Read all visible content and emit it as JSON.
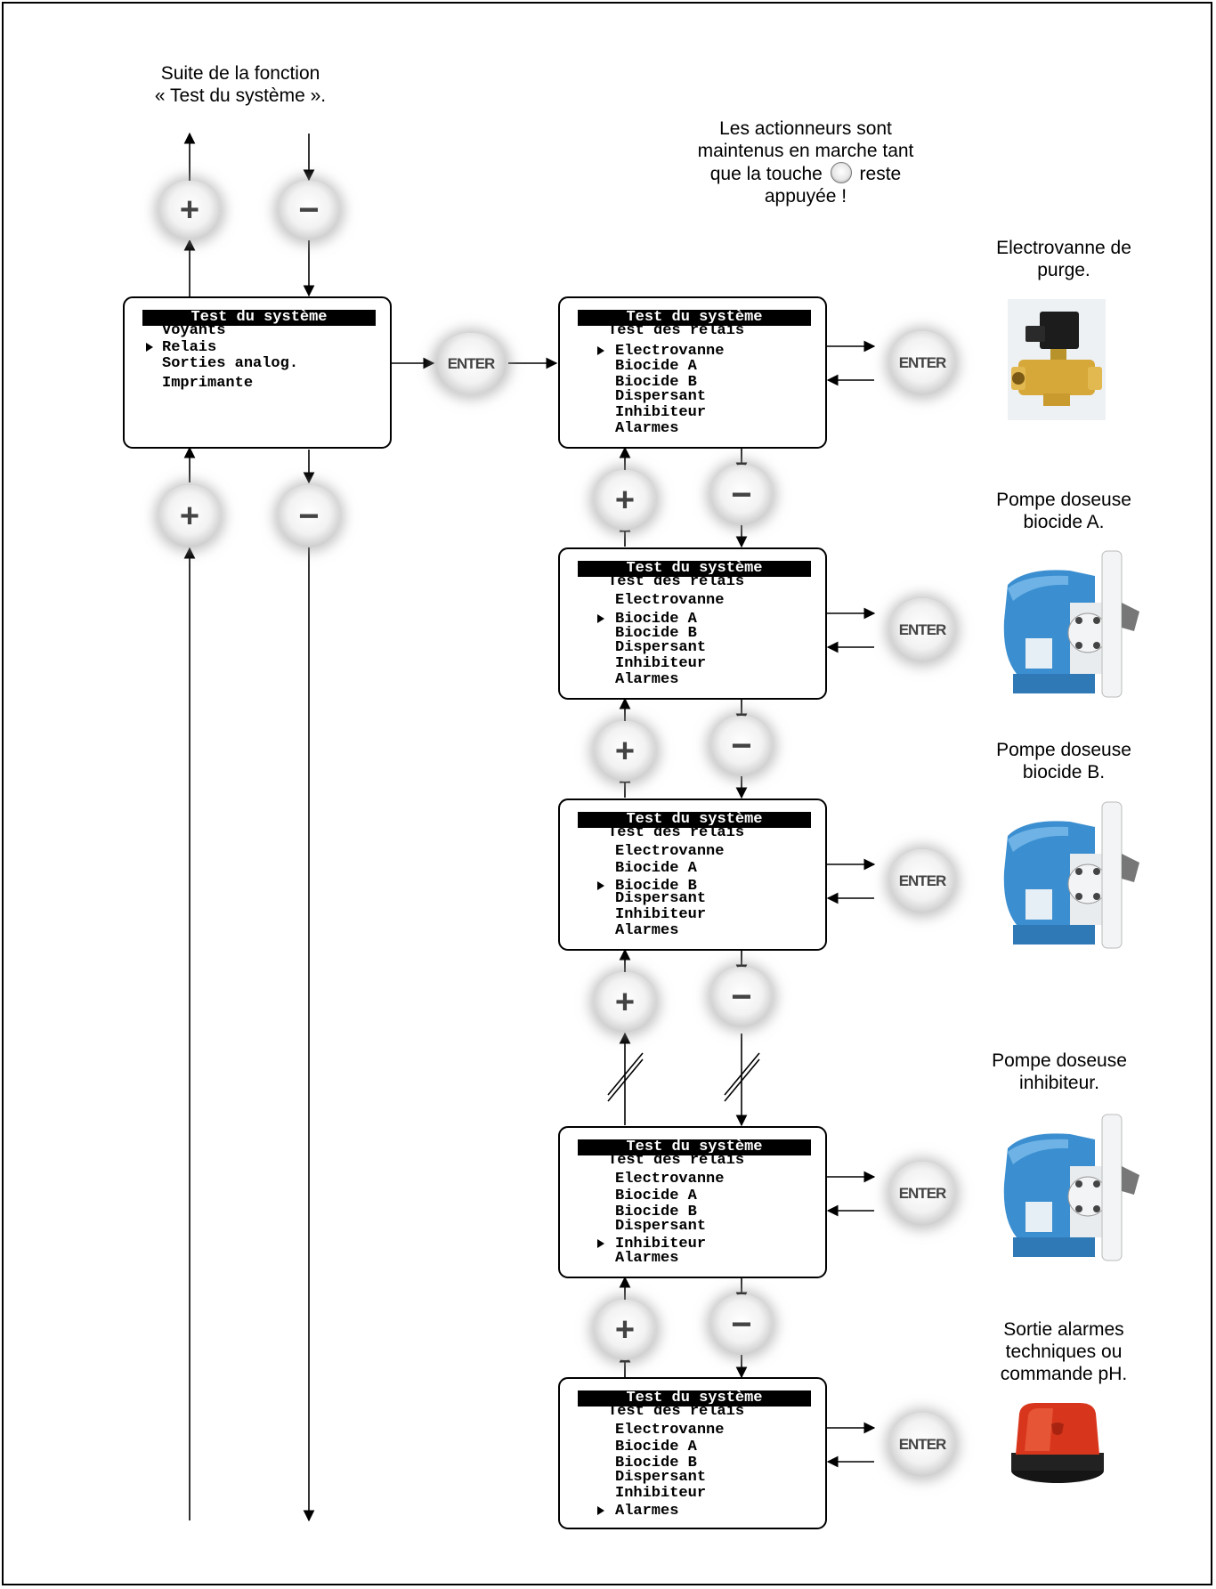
{
  "notes": {
    "top_left": [
      "Suite de la fonction",
      "« Test du système »."
    ],
    "actuators_note": [
      "Les actionneurs sont",
      "maintenus en marche tant",
      "que la touche",
      "reste",
      "appuyée !"
    ],
    "device_labels": [
      [
        "Electrovanne de",
        "purge."
      ],
      [
        "Pompe doseuse",
        "biocide A."
      ],
      [
        "Pompe doseuse",
        "biocide B."
      ],
      [
        "Pompe doseuse",
        "inhibiteur."
      ],
      [
        "Sortie alarmes",
        "techniques ou",
        "commande pH."
      ]
    ]
  },
  "buttons": {
    "enter_label": "ENTER",
    "plus_label": "+",
    "minus_label": "−"
  },
  "main_screen": {
    "title": "Test du système",
    "items": [
      "Voyants",
      "Relais",
      "Sorties analog.",
      "Imprimante"
    ],
    "selected_index": 1
  },
  "relay_screens": [
    {
      "title": "Test du système",
      "subtitle": "Test des relais",
      "items": [
        "Electrovanne",
        "Biocide A",
        "Biocide B",
        "Dispersant",
        "Inhibiteur",
        "Alarmes"
      ],
      "selected_index": 0
    },
    {
      "title": "Test du système",
      "subtitle": "Test des relais",
      "items": [
        "Electrovanne",
        "Biocide A",
        "Biocide B",
        "Dispersant",
        "Inhibiteur",
        "Alarmes"
      ],
      "selected_index": 1
    },
    {
      "title": "Test du système",
      "subtitle": "Test des relais",
      "items": [
        "Electrovanne",
        "Biocide A",
        "Biocide B",
        "Dispersant",
        "Inhibiteur",
        "Alarmes"
      ],
      "selected_index": 2
    },
    {
      "title": "Test du système",
      "subtitle": "Test des relais",
      "items": [
        "Electrovanne",
        "Biocide A",
        "Biocide B",
        "Dispersant",
        "Inhibiteur",
        "Alarmes"
      ],
      "selected_index": 4
    },
    {
      "title": "Test du système",
      "subtitle": "Test des relais",
      "items": [
        "Electrovanne",
        "Biocide A",
        "Biocide B",
        "Dispersant",
        "Inhibiteur",
        "Alarmes"
      ],
      "selected_index": 5
    }
  ],
  "colors": {
    "pump_blue": "#3b8fd0",
    "pump_white": "#f2f4f6",
    "valve_brass": "#d6a83a",
    "coil_black": "#1c1c1c",
    "beacon_red": "#d8361c"
  }
}
